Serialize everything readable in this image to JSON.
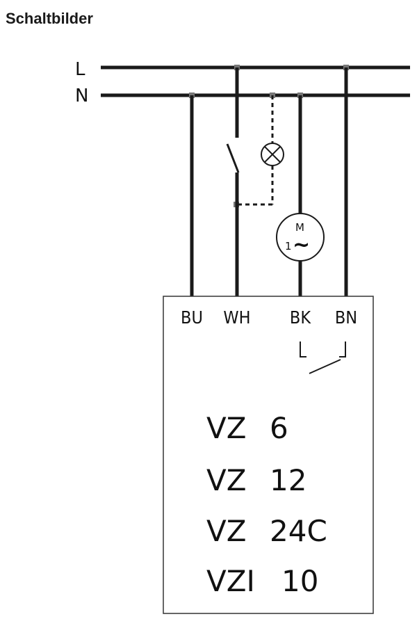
{
  "title": "Schaltbilder",
  "rails": {
    "l_label": "L",
    "n_label": "N"
  },
  "terminals": {
    "bu": "BU",
    "wh": "WH",
    "bk": "BK",
    "bn": "BN"
  },
  "motor": {
    "symbol": "M",
    "phases": "1",
    "tilde": "~"
  },
  "models": [
    {
      "prefix": "VZ",
      "size": "6"
    },
    {
      "prefix": "VZ",
      "size": "12"
    },
    {
      "prefix": "VZ",
      "size": "24C"
    },
    {
      "prefix": "VZI",
      "size": "10"
    }
  ],
  "colors": {
    "line": "#1a1a1a",
    "background": "#ffffff"
  }
}
